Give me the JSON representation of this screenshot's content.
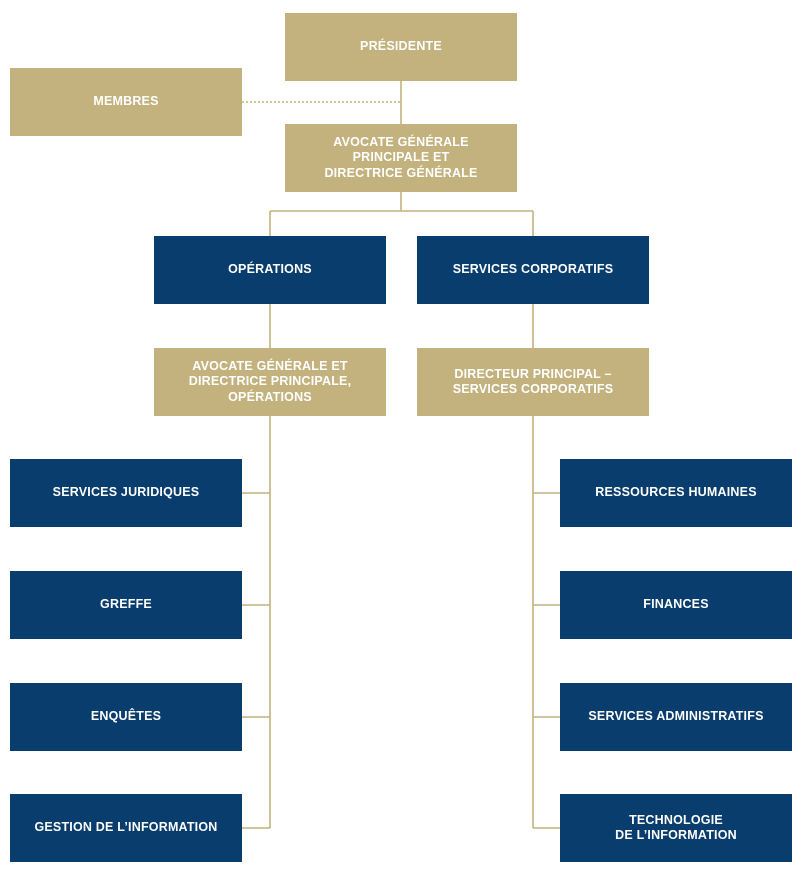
{
  "colors": {
    "gold": "#c3b27d",
    "navy": "#083d6d",
    "connector": "#c3b27d"
  },
  "nodes": {
    "president": "PRÉSIDENTE",
    "members": "MEMBRES",
    "general_counsel": "AVOCATE GÉNÉRALE\nPRINCIPALE ET\nDIRECTRICE GÉNÉRALE",
    "operations": "OPÉRATIONS",
    "corporate_services": "SERVICES CORPORATIFS",
    "ops_director": "AVOCATE GÉNÉRALE ET\nDIRECTRICE PRINCIPALE,\nOPÉRATIONS",
    "corp_director": "DIRECTEUR PRINCIPAL –\nSERVICES CORPORATIFS",
    "legal_services": "SERVICES JURIDIQUES",
    "registry": "GREFFE",
    "investigations": "ENQUÊTES",
    "information_management": "GESTION DE L’INFORMATION",
    "human_resources": "RESSOURCES HUMAINES",
    "finances": "FINANCES",
    "administrative_services": "SERVICES ADMINISTRATIFS",
    "information_technology": "TECHNOLOGIE\nDE L’INFORMATION"
  }
}
